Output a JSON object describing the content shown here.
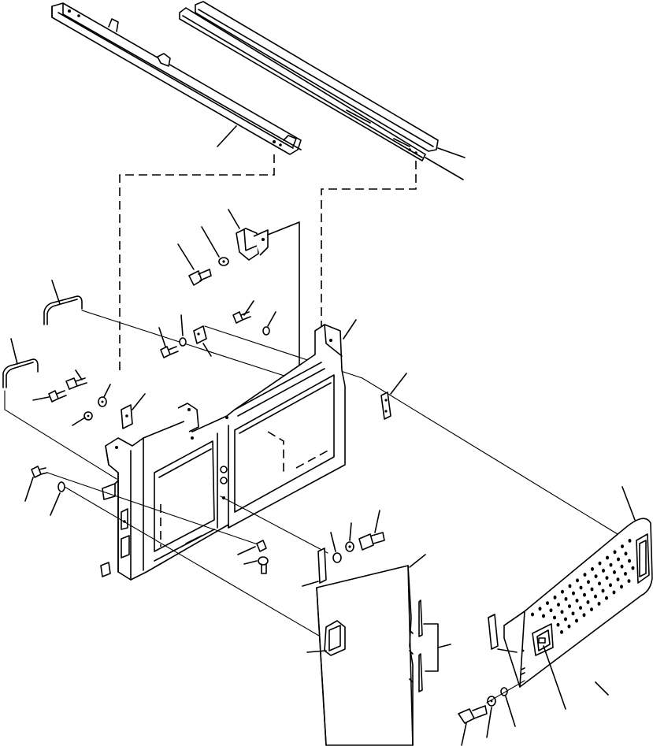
{
  "diagram": {
    "type": "exploded-parts-view",
    "stroke_color": "#000000",
    "background_color": "#ffffff",
    "text_labels": [],
    "parts": [
      "left-rail",
      "right-rail",
      "bracket",
      "hex-bolt",
      "washer",
      "handle",
      "clip-plate",
      "front-frame",
      "access-cover-left",
      "louvered-door",
      "latch-handle",
      "hinge-strip",
      "spacer-pin",
      "bolt"
    ]
  }
}
